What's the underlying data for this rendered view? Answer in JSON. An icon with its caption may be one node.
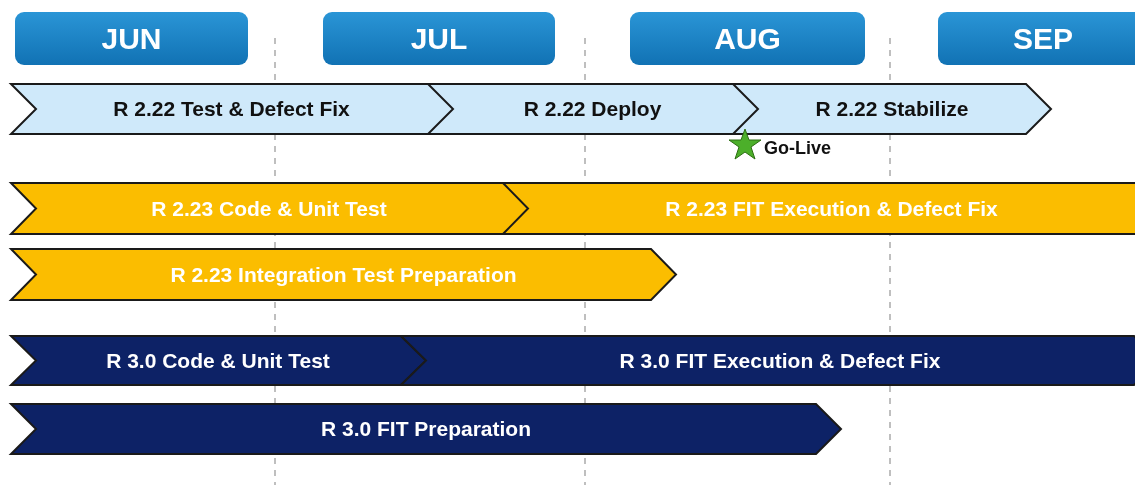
{
  "diagram": {
    "nodes": [
      {
        "text": [
          "JUN"
        ]
      },
      {
        "text": [
          "JUL"
        ]
      },
      {
        "text": [
          "AUG"
        ]
      },
      {
        "text": [
          "SEP"
        ]
      },
      {
        "text": [
          "R 2.22 Test & Defect Fix"
        ]
      },
      {
        "text": [
          "R 2.22 Deploy"
        ]
      },
      {
        "text": [
          "R 2.22 Stabilize"
        ]
      },
      {
        "text": [],
        "shape": "star",
        "beside": [
          "Go-Live"
        ]
      },
      {
        "text": [
          "R 2.23 Code & Unit Test"
        ]
      },
      {
        "text": [
          "R 2.23 FIT Execution & Defect Fix"
        ]
      },
      {
        "text": [
          "R 2.23 Integration Test Preparation"
        ]
      },
      {
        "text": [
          "R 3.0 Code & Unit Test"
        ]
      },
      {
        "text": [
          "R 3.0 FIT Execution & Defect Fix"
        ]
      },
      {
        "text": [
          "R 3.0 FIT Preparation"
        ]
      }
    ],
    "edges": []
  }
}
